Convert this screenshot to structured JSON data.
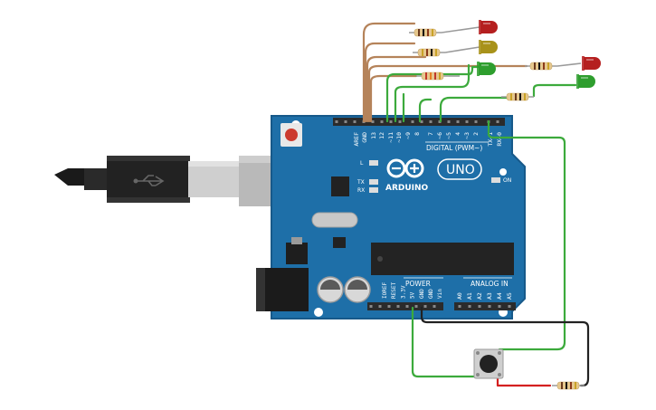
{
  "board": {
    "brand": "ARDUINO",
    "model": "UNO",
    "digital_header_label": "DIGITAL (PWM~)",
    "power_header_label": "POWER",
    "analog_header_label": "ANALOG IN",
    "on_label": "ON",
    "led_labels": {
      "l": "L",
      "tx": "TX",
      "rx": "RX"
    },
    "top_pins": [
      "AREF",
      "GND",
      "13",
      "12",
      "~11",
      "~10",
      "~9",
      "8",
      "7",
      "~6",
      "~5",
      "4",
      "~3",
      "2",
      "TX→1",
      "RX←0"
    ],
    "power_pins": [
      "IOREF",
      "RESET",
      "3.3V",
      "5V",
      "GND",
      "GND",
      "Vin"
    ],
    "analog_pins": [
      "A0",
      "A1",
      "A2",
      "A3",
      "A4",
      "A5"
    ]
  },
  "colors": {
    "board": "#1e6fa8",
    "board_edge": "#17598a",
    "header": "#2b2b2b",
    "wire_brown": "#b5835a",
    "wire_green": "#3caa3c",
    "wire_black": "#222222",
    "wire_red": "#d42020",
    "led_red": "#b51f1f",
    "led_yellow": "#a8921a",
    "led_green": "#2e9e2e",
    "resistor_body": "#e6c88e"
  },
  "leds": [
    {
      "name": "led-red-1",
      "color": "red"
    },
    {
      "name": "led-yellow",
      "color": "yellow"
    },
    {
      "name": "led-green-1",
      "color": "green"
    },
    {
      "name": "led-red-2",
      "color": "red"
    },
    {
      "name": "led-green-2",
      "color": "green"
    }
  ],
  "icons": [
    "usb-icon",
    "arduino-logo-icon",
    "reset-button-icon",
    "pushbutton-icon"
  ]
}
